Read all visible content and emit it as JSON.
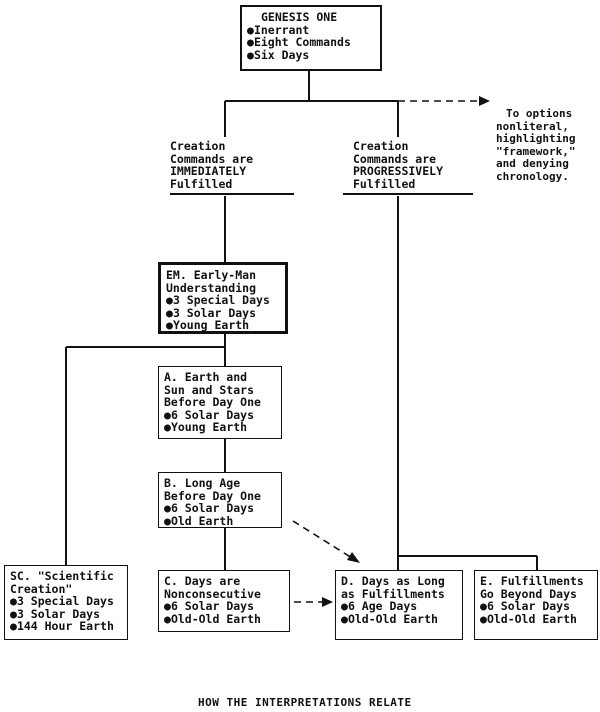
{
  "root": {
    "title": "GENESIS ONE",
    "bullets": [
      "Inerrant",
      "Eight Commands",
      "Six Days"
    ]
  },
  "side_note": [
    "To options",
    "nonliteral,",
    "highlighting",
    "\"framework,\"",
    "and denying",
    "chronology."
  ],
  "branch_immediate": [
    "Creation",
    "Commands are",
    "IMMEDIATELY",
    "Fulfilled"
  ],
  "branch_progressive": [
    "Creation",
    "Commands are",
    "PROGRESSIVELY",
    "Fulfilled"
  ],
  "nodes": {
    "em": {
      "title": [
        "EM. Early-Man",
        "Understanding"
      ],
      "bullets": [
        "3 Special Days",
        "3 Solar Days",
        "Young Earth"
      ]
    },
    "a": {
      "title": [
        "A. Earth and",
        "Sun and Stars",
        "Before Day One"
      ],
      "bullets": [
        "6 Solar Days",
        "Young Earth"
      ]
    },
    "b": {
      "title": [
        "B. Long Age",
        "Before Day One"
      ],
      "bullets": [
        "6 Solar Days",
        "Old Earth"
      ]
    },
    "c": {
      "title": [
        "C. Days are",
        "Nonconsecutive"
      ],
      "bullets": [
        "6 Solar Days",
        "Old-Old Earth"
      ]
    },
    "sc": {
      "title": [
        "SC. \"Scientific",
        "Creation\""
      ],
      "bullets": [
        "3 Special Days",
        "3 Solar Days",
        "144 Hour Earth"
      ]
    },
    "d": {
      "title": [
        "D. Days as Long",
        "as Fulfillments"
      ],
      "bullets": [
        "6 Age Days",
        "Old-Old Earth"
      ]
    },
    "e": {
      "title": [
        "E. Fulfillments",
        "Go Beyond Days"
      ],
      "bullets": [
        "6 Solar Days",
        "Old-Old Earth"
      ]
    }
  },
  "bullet_glyph": "●",
  "caption": "HOW THE INTERPRETATIONS RELATE"
}
